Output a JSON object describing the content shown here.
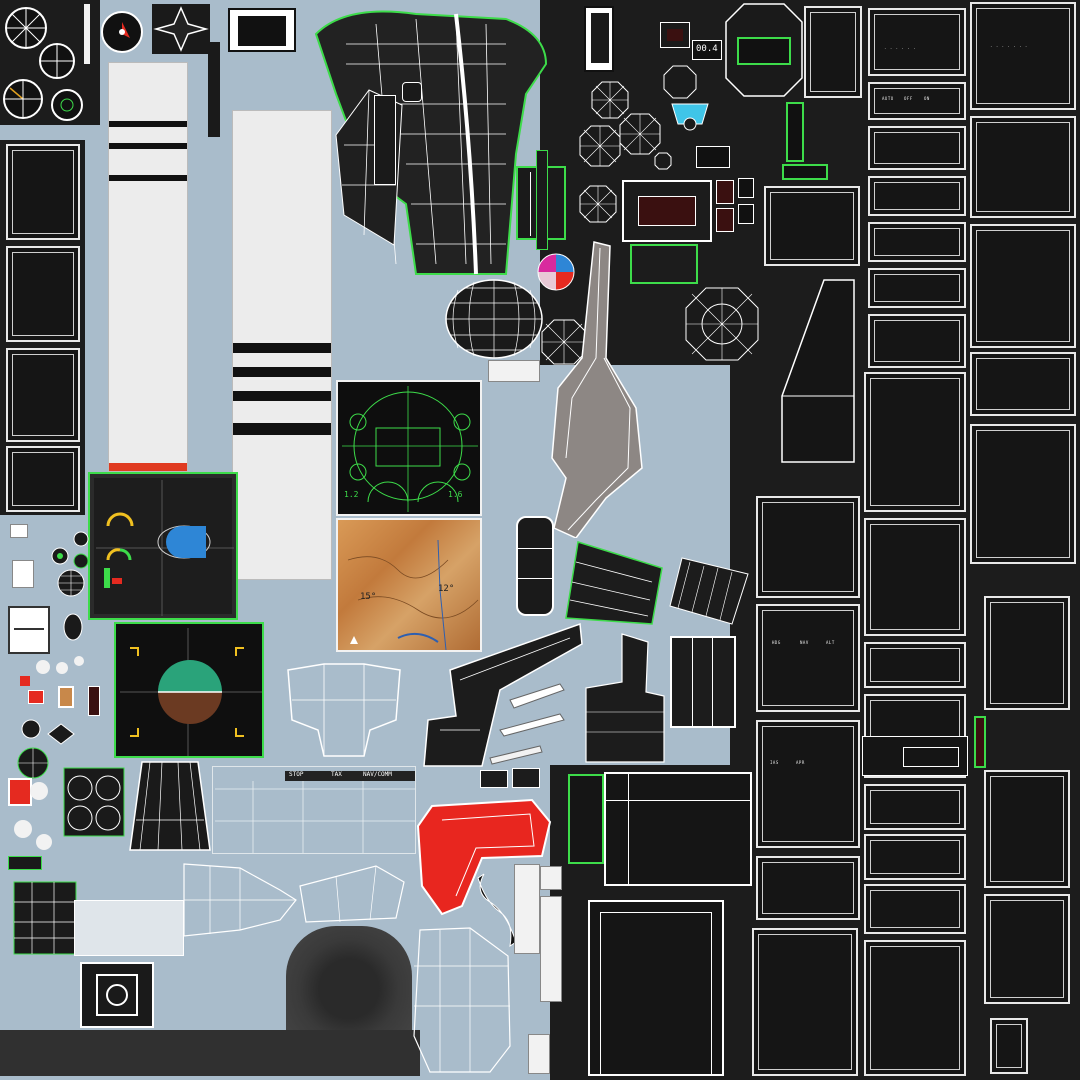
{
  "cockpit_texture": {
    "readout": "00.4",
    "compass_numbers": [
      "1.2",
      "1.6"
    ],
    "map_labels": [
      "15°",
      "12°"
    ],
    "strip_labels": [
      "STOP",
      "TAX",
      "NAV/COMM"
    ],
    "small_text": [
      "AUTO",
      "OFF",
      "ON",
      "HDG",
      "NAV",
      "ALT",
      "IAS",
      "APR"
    ],
    "colors": {
      "background": "#a9bccb",
      "dark": "#1c1c1c",
      "uv_green": "#3ddc4a",
      "uv_white": "#f2f2f2",
      "red_part": "#e8261f",
      "attitude_sky": "#2aa37a",
      "attitude_ground": "#6b3a22",
      "map_tan": "#c8894b",
      "display_blue": "#2e86d6"
    }
  }
}
